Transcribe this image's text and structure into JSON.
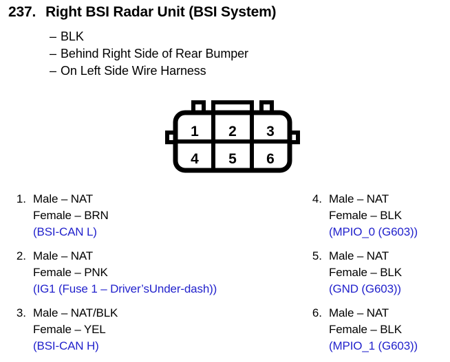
{
  "header": {
    "number": "237.",
    "title": "Right BSI Radar Unit (BSI System)",
    "dash": "–",
    "details": [
      "BLK",
      "Behind Right Side of Rear Bumper",
      "On Left Side Wire Harness"
    ]
  },
  "connector": {
    "name": "6-pin-connector",
    "rows": 2,
    "columns": 3,
    "pin_numbers": [
      "1",
      "2",
      "3",
      "4",
      "5",
      "6"
    ],
    "top_tabs": 3,
    "side_ears": 2,
    "outline_color": "#000000"
  },
  "signal_color": "#2222cc",
  "pins": {
    "left": [
      {
        "index": "1.",
        "male": "Male – NAT",
        "female": "Female – BRN",
        "signal": "(BSI-CAN L)"
      },
      {
        "index": "2.",
        "male": "Male – NAT",
        "female": "Female – PNK",
        "signal": "(IG1 (Fuse 1 – Driver’sUnder-dash))"
      },
      {
        "index": "3.",
        "male": "Male – NAT/BLK",
        "female": "Female – YEL",
        "signal": "(BSI-CAN H)"
      }
    ],
    "right": [
      {
        "index": "4.",
        "male": "Male – NAT",
        "female": "Female – BLK",
        "signal": "(MPIO_0 (G603))"
      },
      {
        "index": "5.",
        "male": "Male – NAT",
        "female": "Female – BLK",
        "signal": "(GND (G603))"
      },
      {
        "index": "6.",
        "male": "Male – NAT",
        "female": "Female – BLK",
        "signal": "(MPIO_1 (G603))"
      }
    ]
  }
}
